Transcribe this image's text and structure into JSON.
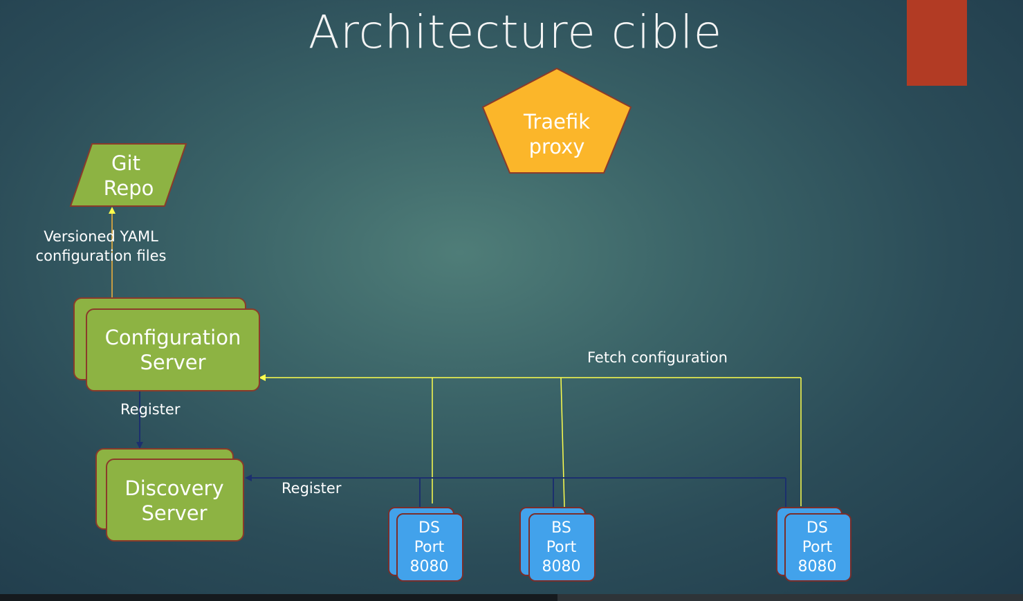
{
  "slide": {
    "title": "Architecture cible"
  },
  "diagram": {
    "traefik": {
      "line1": "Traefik",
      "line2": "proxy"
    },
    "git_repo": {
      "line1": "Git",
      "line2": "Repo"
    },
    "yaml_label": {
      "line1": "Versioned YAML",
      "line2": "configuration files"
    },
    "config_server": {
      "line1": "Configuration",
      "line2": "Server"
    },
    "discovery_server": {
      "line1": "Discovery",
      "line2": "Server"
    },
    "register_config_label": "Register",
    "register_services_label": "Register",
    "fetch_label": "Fetch configuration",
    "services": [
      {
        "line1": "DS",
        "line2": "Port",
        "line3": "8080"
      },
      {
        "line1": "BS",
        "line2": "Port",
        "line3": "8080"
      },
      {
        "line1": "DS",
        "line2": "Port",
        "line3": "8080"
      }
    ]
  },
  "colors": {
    "accent": "#b23b24",
    "green_node": "#8db343",
    "blue_node": "#42a2eb",
    "pentagon": "#fbb62a",
    "fetch_line": "#ffff4d",
    "register_line": "#1c2f6e"
  }
}
